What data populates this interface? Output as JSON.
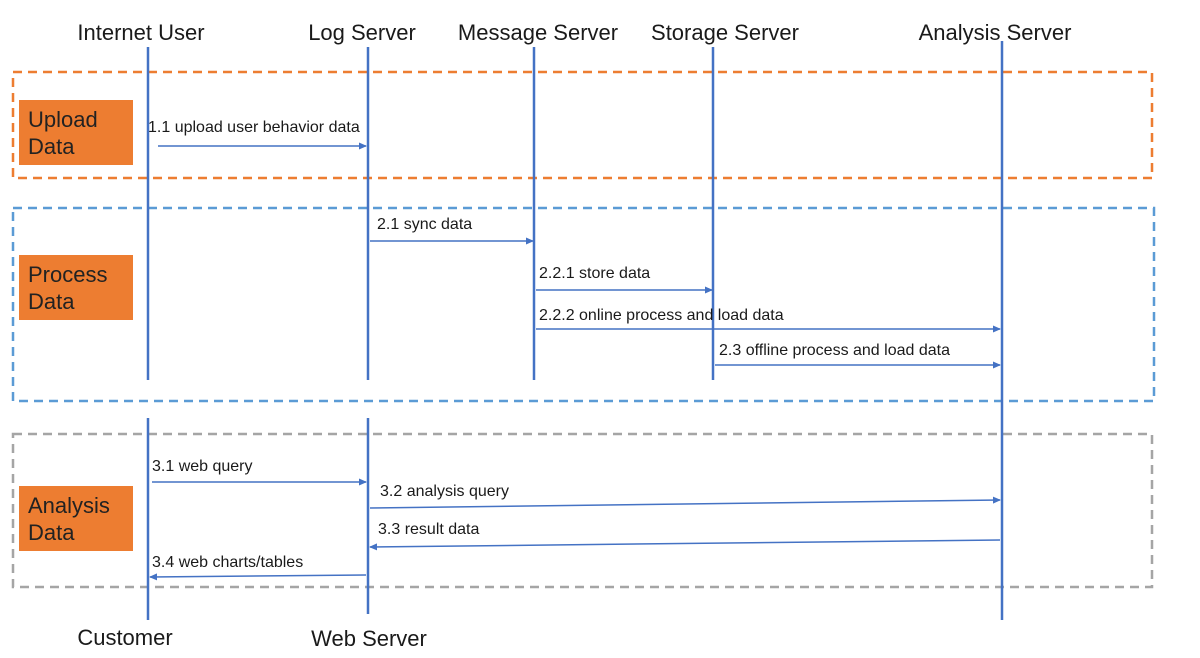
{
  "participants_top": {
    "internet_user": "Internet User",
    "log_server": "Log Server",
    "message_server": "Message Server",
    "storage_server": "Storage Server",
    "analysis_server": "Analysis Server"
  },
  "participants_bottom": {
    "customer": "Customer",
    "web_server": "Web Server"
  },
  "stages": {
    "upload": "Upload\nData",
    "process": "Process\nData",
    "analysis": "Analysis\nData"
  },
  "messages": {
    "m1_1": "1.1 upload user behavior data",
    "m2_1": "2.1 sync data",
    "m2_2_1": "2.2.1 store data",
    "m2_2_2": "2.2.2 online process and load data",
    "m2_3": "2.3 offline process and load data",
    "m3_1": "3.1 web query",
    "m3_2": "3.2 analysis query",
    "m3_3": "3.3 result data",
    "m3_4": "3.4 web charts/tables"
  },
  "colors": {
    "lifeline": "#4472c4",
    "stage_fill": "#ed7d31",
    "upload_border": "#ed7d31",
    "process_border": "#5b9bd5",
    "analysis_border": "#a5a5a5"
  }
}
